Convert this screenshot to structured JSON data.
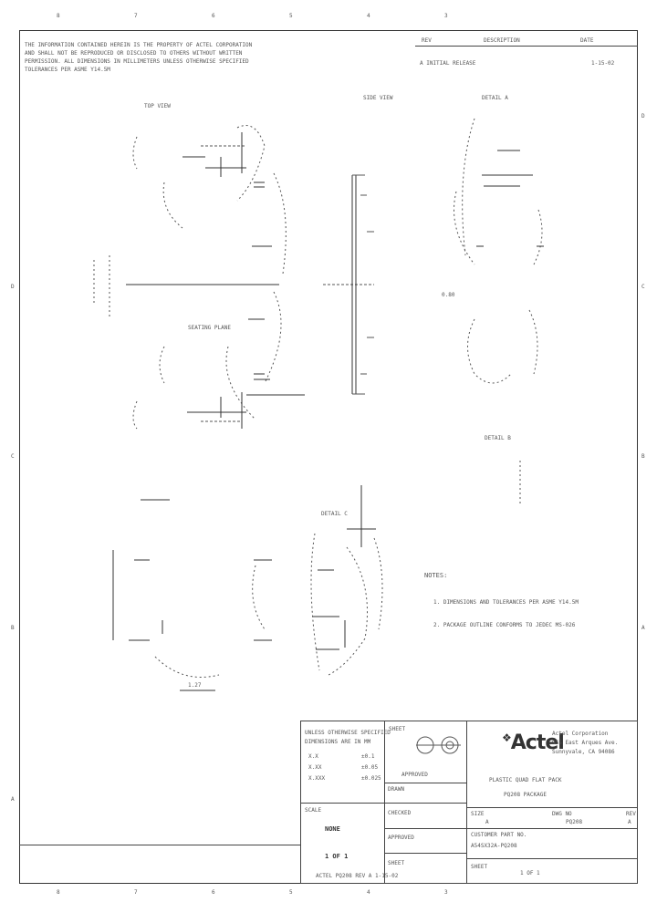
{
  "header": {
    "notes": [
      "THE INFORMATION CONTAINED HEREIN IS THE PROPERTY OF ACTEL CORPORATION",
      "AND SHALL NOT BE REPRODUCED OR DISCLOSED TO OTHERS WITHOUT WRITTEN",
      "PERMISSION. ALL DIMENSIONS IN MILLIMETERS UNLESS OTHERWISE SPECIFIED",
      "TOLERANCES PER ASME Y14.5M"
    ],
    "revision_label": "REV",
    "revision_desc": "DESCRIPTION",
    "date_label": "DATE",
    "revision_row": "A  INITIAL RELEASE",
    "revision_row_date": "1-15-02"
  },
  "drawing": {
    "left_view_label": "TOP VIEW",
    "center_label": "SIDE VIEW",
    "right_view_label": "DETAIL A",
    "dim_label": "DETAIL B",
    "dim_small": "1.27",
    "side_dim": "0.80",
    "detail_c": "DETAIL C",
    "detail_d": "SEATING PLANE",
    "notes_title": "NOTES:",
    "note_1": "1. DIMENSIONS AND TOLERANCES PER ASME Y14.5M",
    "note_2": "2. PACKAGE OUTLINE CONFORMS TO JEDEC MS-026"
  },
  "margin_markers": {
    "top": [
      "8",
      "7",
      "6",
      "5",
      "4",
      "3"
    ],
    "bottom": [
      "8",
      "7",
      "6",
      "5",
      "4",
      "3"
    ],
    "left": [
      "D",
      "C",
      "B",
      "A"
    ],
    "right": [
      "D",
      "C",
      "B",
      "A"
    ]
  },
  "title_block": {
    "tolerance_lines": [
      "UNLESS OTHERWISE SPECIFIED",
      "DIMENSIONS ARE IN MM"
    ],
    "decimals": [
      "X.X",
      "X.XX",
      "X.XXX"
    ],
    "tol_values": [
      "±0.1",
      "±0.05",
      "±0.025"
    ],
    "drawn_label": "DRAWN",
    "drawn_value": "",
    "checked_label": "CHECKED",
    "approved_label": "APPROVED",
    "scale_label": "SCALE",
    "scale_value": "NONE",
    "sheet_label": "SHEET",
    "sheet_value": "1 OF 1",
    "company_name": "Actel Corporation",
    "company_address_1": "955 East Arques Ave.",
    "company_address_2": "Sunnyvale, CA 94086",
    "title_line_1": "PLASTIC QUAD FLAT PACK",
    "title_line_2": "PQ208 PACKAGE",
    "size_label": "SIZE",
    "size_value": "A",
    "dwg_no_label": "DWG NO",
    "dwg_no_value": "PQ208",
    "rev_label": "REV",
    "rev_value": "A",
    "part_label": "CUSTOMER PART NO.",
    "part_value": "A54SX32A-PQ208",
    "footer_code": "ACTEL PQ208  REV A  1-15-02",
    "logo_text": "Actel"
  }
}
